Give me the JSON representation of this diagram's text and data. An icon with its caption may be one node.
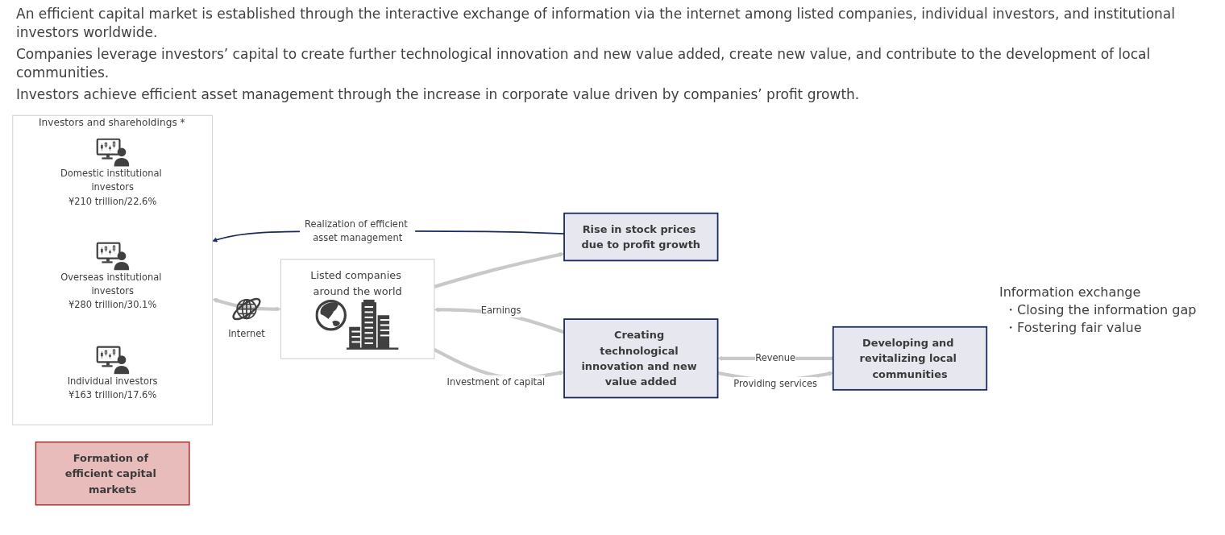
{
  "diagram": {
    "nodes": [
      {
        "text": [
          "Investors and shareholdings *"
        ]
      },
      {
        "text": [
          "Domestic institutional investors",
          "¥210 trillion/22.6%"
        ],
        "in": 0
      },
      {
        "text": [
          "Overseas institutional investors",
          "¥280 trillion/30.1%"
        ],
        "in": 0
      },
      {
        "text": [
          "Individual investors",
          "¥163 trillion/17.6%"
        ],
        "in": 0
      },
      {
        "text": [
          "Rise in stock prices due to profit growth"
        ]
      },
      {
        "text": [
          "Listed companies around the world"
        ]
      },
      {
        "text": [
          "Creating technological innovation and new value added"
        ]
      },
      {
        "text": [
          "Developing and revitalizing local communities"
        ]
      },
      {
        "text": [
          "Formation of efficient capital markets"
        ]
      }
    ],
    "edges": [
      {
        "from": 4,
        "to": 0,
        "arrow": "to",
        "label": "Realization of efficient asset management",
        "color": "#1b2a5e"
      },
      {
        "from": 0,
        "to": 5,
        "arrow": "both",
        "label": "Internet"
      },
      {
        "from": 5,
        "to": 4,
        "arrow": "to"
      },
      {
        "from": 6,
        "to": 5,
        "arrow": "to",
        "label": "Earnings"
      },
      {
        "from": 5,
        "to": 6,
        "arrow": "to",
        "label": "Investment of capital"
      },
      {
        "from": 7,
        "to": 6,
        "arrow": "to",
        "label": "Revenue"
      },
      {
        "from": 6,
        "to": 7,
        "arrow": "to",
        "label": "Providing services"
      }
    ],
    "labels": [
      "An efficient capital market is established through the interactive exchange of information via the internet among listed companies, individual investors, and institutional investors worldwide.",
      "Companies leverage investors’ capital to create further technological innovation and new value added, create new value, and contribute to the development of local communities.",
      "Investors achieve efficient asset management through the increase in corporate value driven by companies’ profit growth.",
      "Information exchange",
      "・Closing the information gap",
      "・Fostering fair value"
    ]
  }
}
